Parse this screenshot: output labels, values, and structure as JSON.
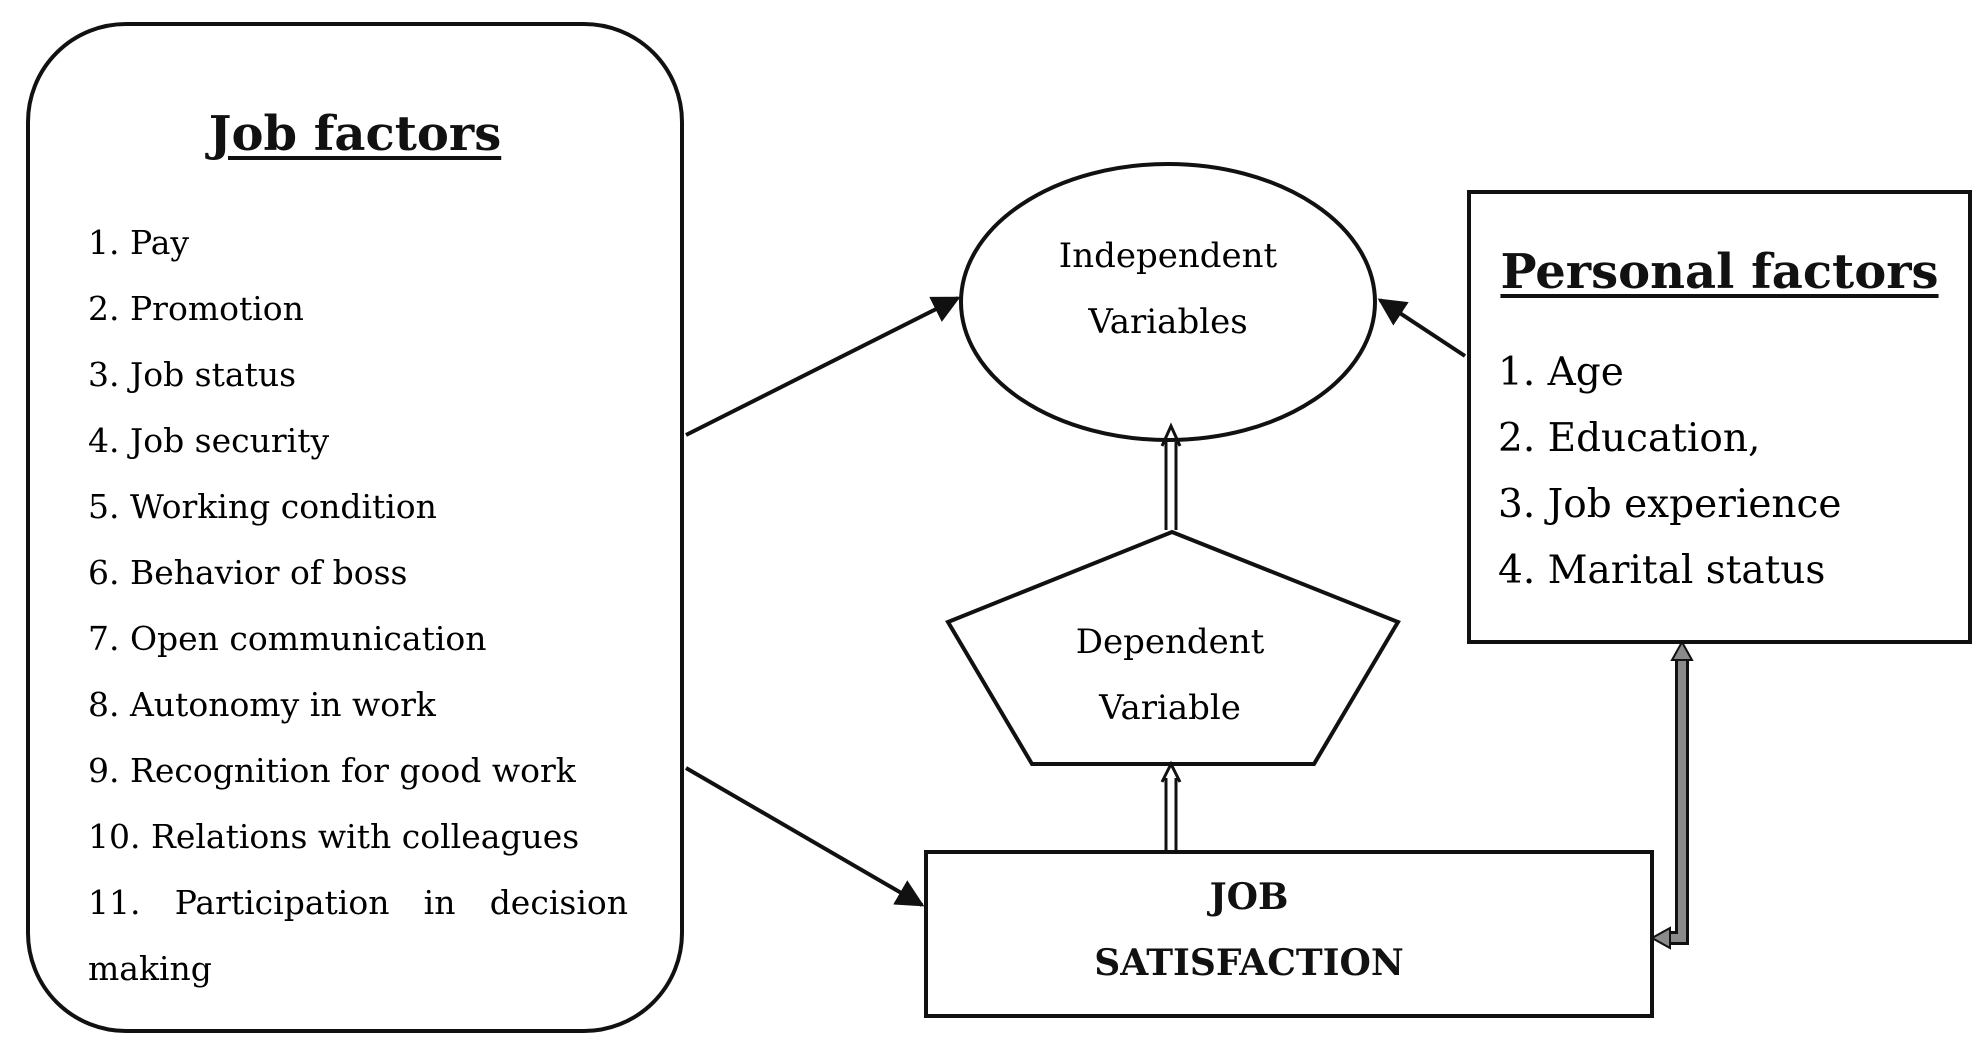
{
  "job_factors": {
    "title": "Job factors",
    "items": [
      "1. Pay",
      "2. Promotion",
      "3. Job status",
      "4. Job security",
      "5. Working condition",
      "6. Behavior of boss",
      "7. Open communication",
      "8. Autonomy in work",
      "9. Recognition for good work",
      "10. Relations with colleagues",
      "11. Participation in decision",
      "making"
    ]
  },
  "independent_variables": {
    "line1": "Independent",
    "line2": "Variables"
  },
  "dependent_variable": {
    "line1": "Dependent",
    "line2": "Variable"
  },
  "personal_factors": {
    "title": "Personal factors",
    "items": [
      "1. Age",
      "2. Education,",
      "3. Job experience",
      "4. Marital status"
    ]
  },
  "job_satisfaction": {
    "line1": "JOB",
    "line2": "SATISFACTION"
  },
  "colors": {
    "stroke": "#111111",
    "gray_connector": "#8a8a8a"
  }
}
